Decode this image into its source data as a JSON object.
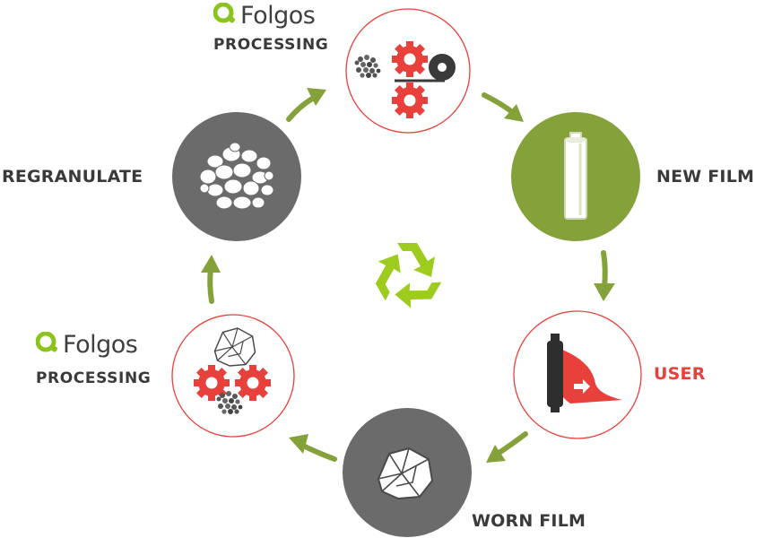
{
  "brand": {
    "name": "Folgos",
    "accent": "#8bc41c"
  },
  "steps": {
    "processing_top": "PROCESSING",
    "new_film": "NEW FILM",
    "user": "USER",
    "worn_film": "WORN FILM",
    "processing_bottom": "PROCESSING",
    "regranulate": "REGRANULATE"
  },
  "colors": {
    "red": "#e8403a",
    "olive": "#84a13a",
    "gray": "#6b6b6b",
    "text": "#3a3a3a",
    "arrow": "#84a13a",
    "recycle": "#9dcc1e"
  },
  "icons": [
    "gear-icon",
    "film-roll-icon",
    "crumpled-film-icon",
    "granules-icon",
    "recycle-icon",
    "arrow-icon"
  ]
}
